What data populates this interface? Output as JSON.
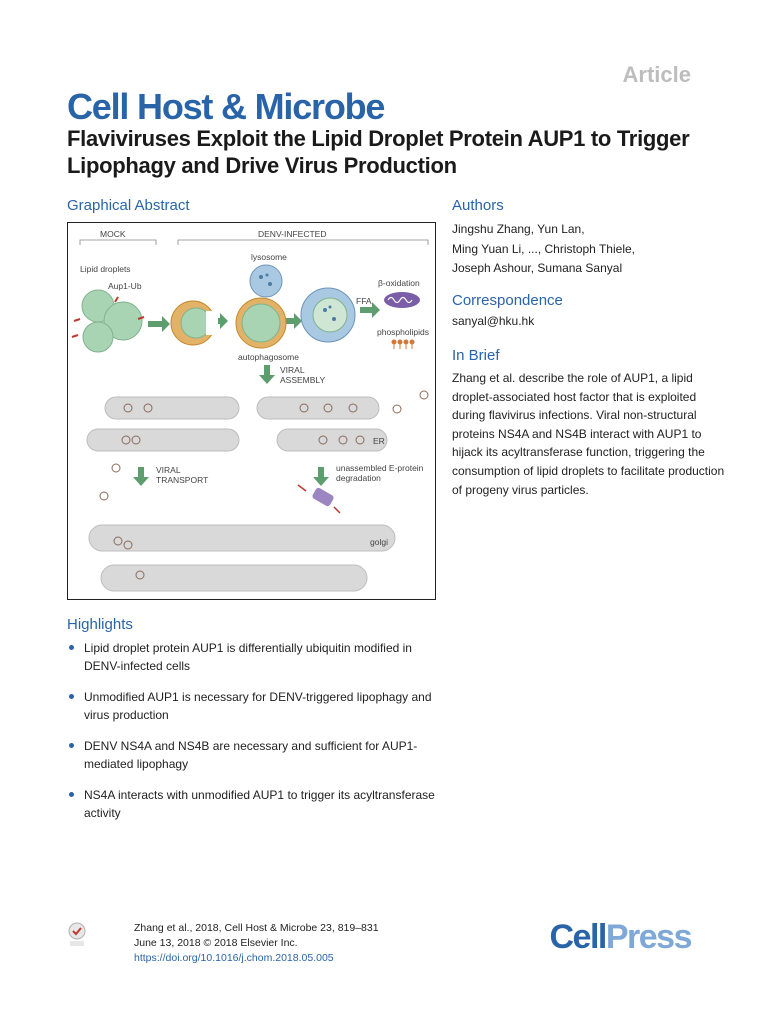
{
  "header": {
    "article_tag": "Article",
    "journal": "Cell Host & Microbe",
    "title": "Flaviviruses Exploit the Lipid Droplet Protein AUP1 to Trigger Lipophagy and Drive Virus Production"
  },
  "graphical_abstract": {
    "heading": "Graphical Abstract",
    "labels": {
      "mock": "MOCK",
      "denv_infected": "DENV-INFECTED",
      "lipid_droplets": "Lipid droplets",
      "aup1_ub": "Aup1-Ub",
      "lysosome": "lysosome",
      "beta_oxidation": "β-oxidation",
      "ffa": "FFA",
      "phospholipids": "phospholipids",
      "autophagosome": "autophagosome",
      "viral_assembly_1": "VIRAL",
      "viral_assembly_2": "ASSEMBLY",
      "er": "ER",
      "viral_transport_1": "VIRAL",
      "viral_transport_2": "TRANSPORT",
      "unassembled_1": "unassembled E-protein",
      "unassembled_2": "degradation",
      "golgi": "golgi"
    },
    "colors": {
      "droplet_green": "#a9d4b4",
      "droplet_stroke": "#7fb28c",
      "autophagosome_orange": "#d59a3a",
      "lysosome_blue": "#a9c9e2",
      "arrow_green": "#5e9e6e",
      "organelle_gray": "#d9d9d9",
      "beta_purple": "#7b5ea8"
    }
  },
  "authors": {
    "heading": "Authors",
    "lines": [
      "Jingshu Zhang, Yun Lan,",
      "Ming Yuan Li, ..., Christoph Thiele,",
      "Joseph Ashour, Sumana Sanyal"
    ]
  },
  "correspondence": {
    "heading": "Correspondence",
    "email": "sanyal@hku.hk"
  },
  "in_brief": {
    "heading": "In Brief",
    "text": "Zhang et al. describe the role of AUP1, a lipid droplet-associated host factor that is exploited during flavivirus infections. Viral non-structural proteins NS4A and NS4B interact with AUP1 to hijack its acyltransferase function, triggering the consumption of lipid droplets to facilitate production of progeny virus particles."
  },
  "highlights": {
    "heading": "Highlights",
    "items": [
      "Lipid droplet protein AUP1 is differentially ubiquitin modified in DENV-infected cells",
      "Unmodified AUP1 is necessary for DENV-triggered lipophagy and virus production",
      "DENV NS4A and NS4B are necessary and sufficient for AUP1-mediated lipophagy",
      "NS4A interacts with unmodified AUP1 to trigger its acyltransferase activity"
    ]
  },
  "footer": {
    "citation_line1": "Zhang et al., 2018, Cell Host & Microbe 23, 819–831",
    "citation_line2": "June 13, 2018 © 2018 Elsevier Inc.",
    "doi": "https://doi.org/10.1016/j.chom.2018.05.005",
    "publisher_part1": "Cell",
    "publisher_part2": "Press",
    "badge_icon": "check-for-updates-icon"
  }
}
